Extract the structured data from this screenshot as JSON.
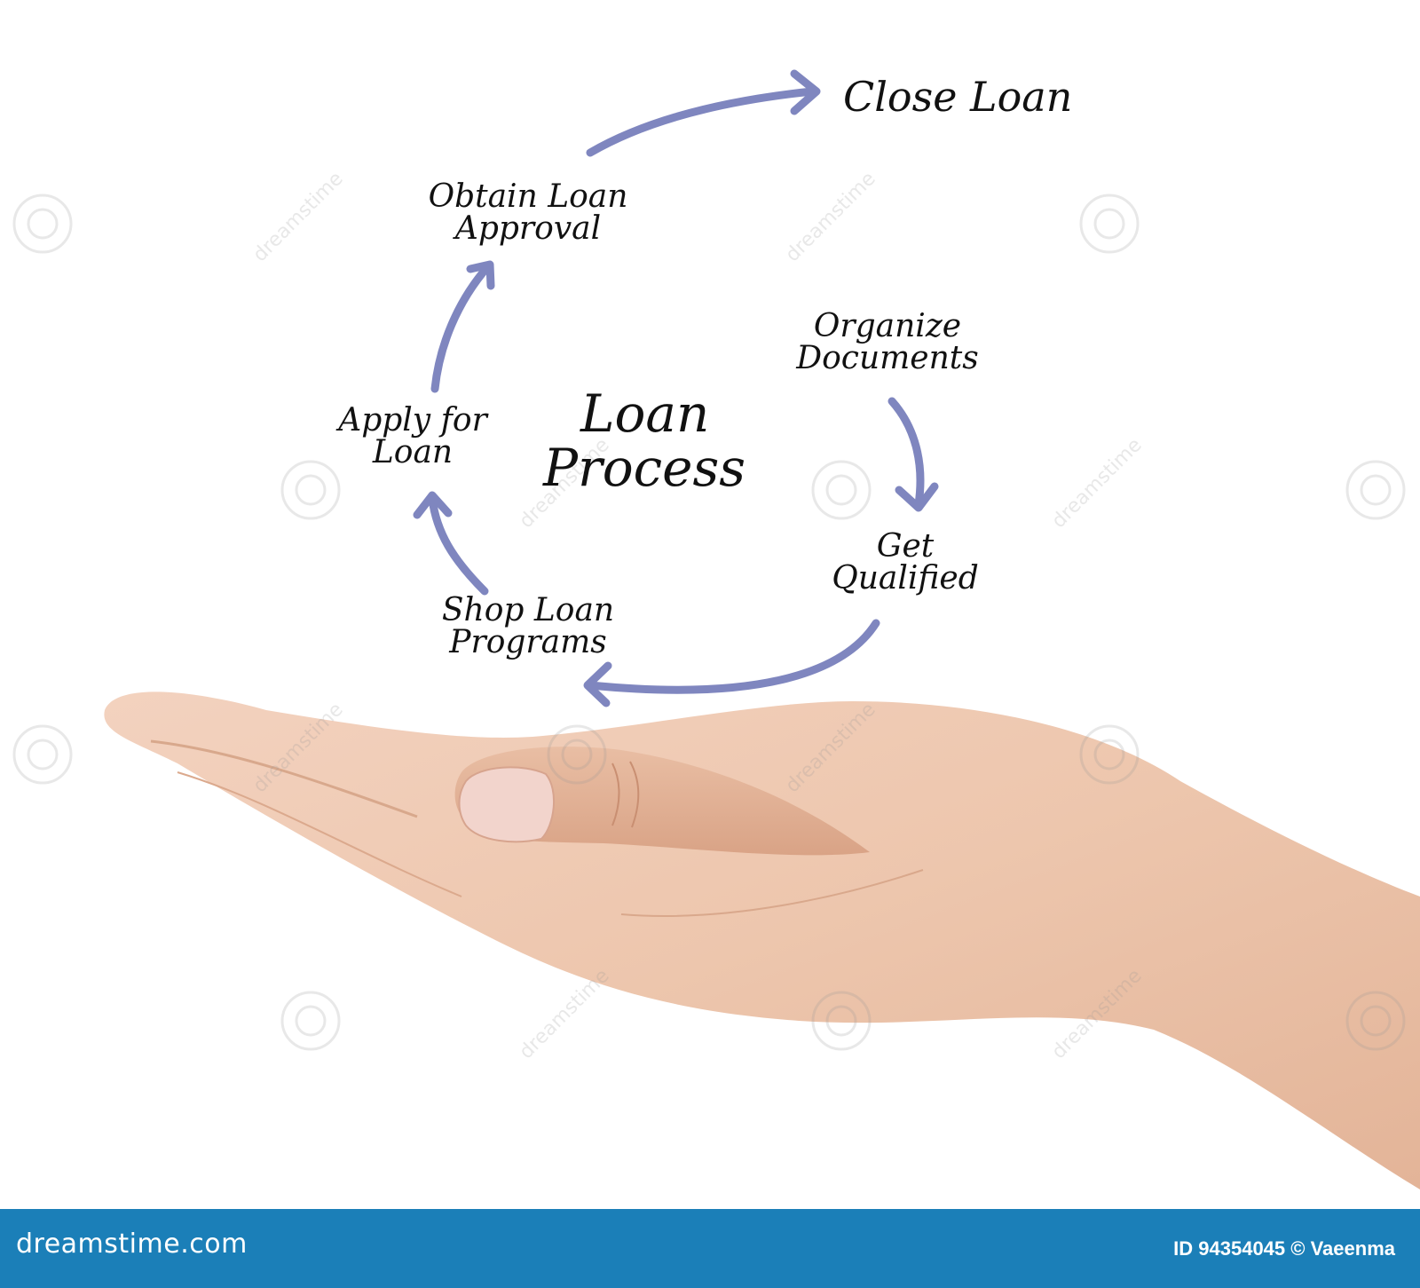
{
  "diagram": {
    "title": [
      "Loan",
      "Process"
    ],
    "steps": [
      {
        "id": "organize",
        "lines": [
          "Organize",
          "Documents"
        ]
      },
      {
        "id": "qualified",
        "lines": [
          "Get",
          "Qualified"
        ]
      },
      {
        "id": "shop",
        "lines": [
          "Shop Loan",
          "Programs"
        ]
      },
      {
        "id": "apply",
        "lines": [
          "Apply for",
          "Loan"
        ]
      },
      {
        "id": "approval",
        "lines": [
          "Obtain Loan",
          "Approval"
        ]
      },
      {
        "id": "close",
        "lines": [
          "Close Loan"
        ]
      }
    ],
    "arrow_color": "#7f86bf",
    "text_color": "#111111"
  },
  "watermark": {
    "text": "dreamstime"
  },
  "footer": {
    "logo_text": "dreamstime.com",
    "id_text": "ID 94354045 © Vaeenma",
    "background": "#1b7fb8"
  }
}
